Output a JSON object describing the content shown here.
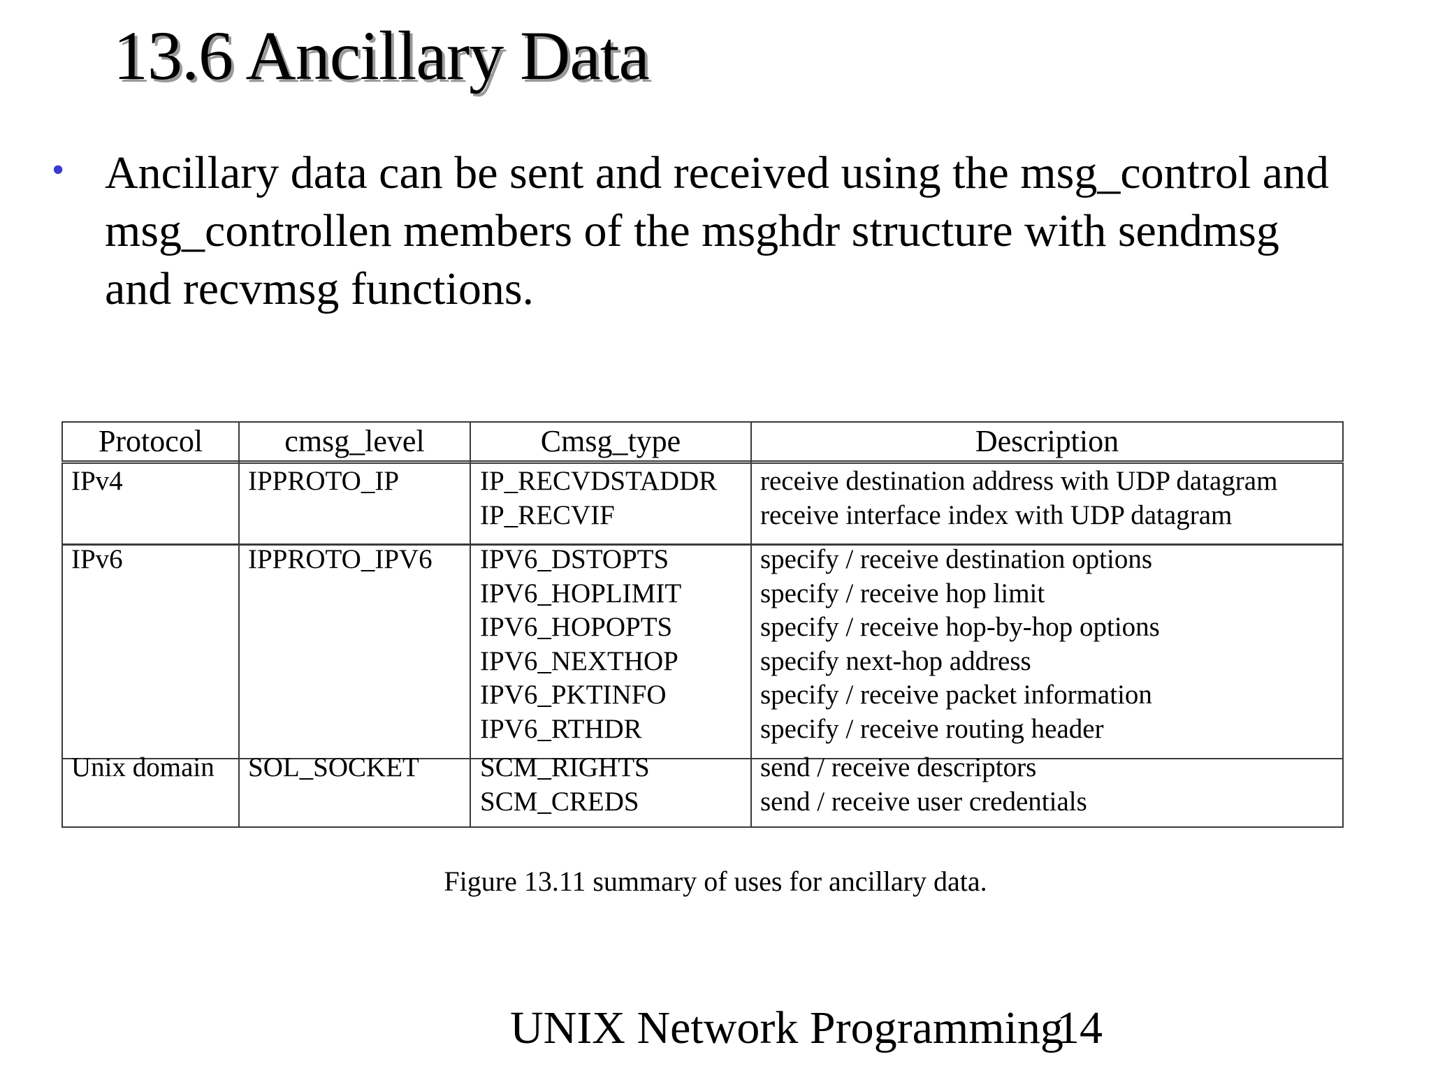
{
  "slide": {
    "title": "13.6 Ancillary Data",
    "bullet": "Ancillary data can be sent and received using the msg_control and msg_controllen members of the msghdr structure with sendmsg and recvmsg functions.",
    "caption": "Figure 13.11 summary of uses for ancillary data.",
    "footer": "UNIX Network Programming",
    "page_number": "14"
  },
  "table": {
    "headers": [
      "Protocol",
      "cmsg_level",
      "Cmsg_type",
      "Description"
    ],
    "rows": [
      {
        "protocol": "IPv4",
        "level": "IPPROTO_IP",
        "types": [
          "IP_RECVDSTADDR",
          "IP_RECVIF"
        ],
        "descriptions": [
          "receive destination address with UDP datagram",
          "receive interface index with UDP datagram"
        ]
      },
      {
        "protocol": "IPv6",
        "level": "IPPROTO_IPV6",
        "types": [
          "IPV6_DSTOPTS",
          "IPV6_HOPLIMIT",
          "IPV6_HOPOPTS",
          "IPV6_NEXTHOP",
          "IPV6_PKTINFO",
          "IPV6_RTHDR"
        ],
        "descriptions": [
          "specify / receive destination options",
          "specify / receive hop limit",
          "specify / receive hop-by-hop options",
          "specify next-hop address",
          "specify / receive packet information",
          "specify / receive routing header"
        ]
      },
      {
        "protocol": "Unix domain",
        "level": "SOL_SOCKET",
        "types": [
          "SCM_RIGHTS",
          "SCM_CREDS"
        ],
        "descriptions": [
          "send / receive descriptors",
          "send / receive user credentials"
        ]
      }
    ]
  },
  "colors": {
    "bullet": "#3a3ad0",
    "title_shadow": "#9a9a9a",
    "rule": "#3a3a3a"
  }
}
